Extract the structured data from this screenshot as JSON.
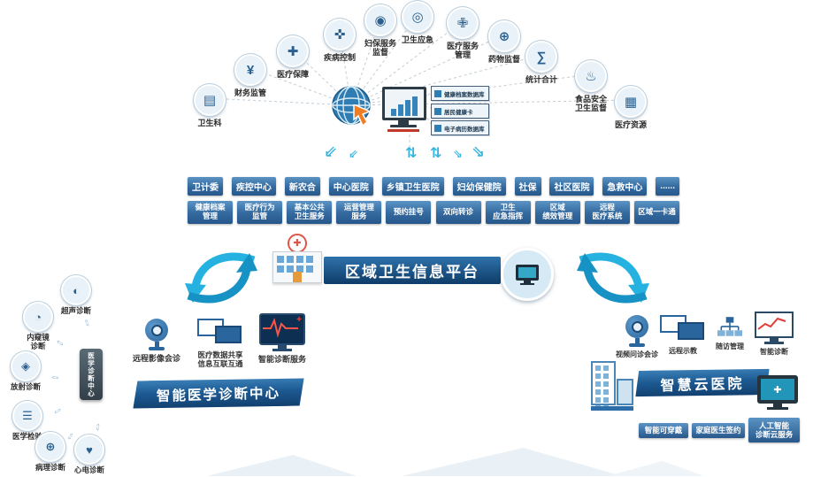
{
  "colors": {
    "primary_blue": "#2e6da4",
    "banner_dark": "#123f6e",
    "cyan_arrow": "#1fa9d9",
    "cursor_orange": "#f07d22",
    "accent_red": "#e53935"
  },
  "icons": {
    "plus": "✚",
    "dbl_arrow": "⇔",
    "arrow_down_left": "⇙",
    "arrow_down_right": "⇘",
    "arrow_up_down": "⇅"
  },
  "top_arc": {
    "satellites": [
      {
        "label": "卫生科",
        "glyph": "▤"
      },
      {
        "label": "财务监管",
        "glyph": "¥"
      },
      {
        "label": "医疗保障",
        "glyph": "✚"
      },
      {
        "label": "疾病控制",
        "glyph": "✜"
      },
      {
        "label": "妇保服务\n监督",
        "glyph": "◉"
      },
      {
        "label": "卫生应急",
        "glyph": "◎"
      },
      {
        "label": "医疗服务\n管理",
        "glyph": "✙"
      },
      {
        "label": "药物监督",
        "glyph": "⊕"
      },
      {
        "label": "统计合计",
        "glyph": "∑"
      },
      {
        "label": "食品安全\n卫生监督",
        "glyph": "♨"
      },
      {
        "label": "医疗资源",
        "glyph": "▦"
      }
    ],
    "databases": [
      "健康档案数据库",
      "居民健康卡",
      "电子病历数据库"
    ]
  },
  "org_row": [
    "卫计委",
    "疾控中心",
    "新农合",
    "中心医院",
    "乡镇卫生医院",
    "妇幼保健院",
    "社保",
    "社区医院",
    "急救中心",
    "......"
  ],
  "service_row": [
    "健康档案\n管理",
    "医疗行为\n监管",
    "基本公共\n卫生服务",
    "运营管理\n服务",
    "预约挂号",
    "双向转诊",
    "卫生\n应急指挥",
    "区域\n绩效管理",
    "远程\n医疗系统",
    "区域一卡通"
  ],
  "platform": {
    "title": "区域卫生信息平台"
  },
  "diagnosis_cluster": {
    "center_label": "医学诊断中心",
    "nodes": [
      {
        "label": "超声诊断",
        "glyph": "◐"
      },
      {
        "label": "内窥镜\n诊断",
        "glyph": "◔"
      },
      {
        "label": "放射诊断",
        "glyph": "◈"
      },
      {
        "label": "医学检验",
        "glyph": "☰"
      },
      {
        "label": "病理诊断",
        "glyph": "⊕"
      },
      {
        "label": "心电诊断",
        "glyph": "♥"
      }
    ]
  },
  "diagnosis_center": {
    "banner": "智能医学诊断中心",
    "services": [
      "远程影像会诊",
      "医疗数据共享\n信息互联互通",
      "智能诊断服务"
    ]
  },
  "cloud_hospital": {
    "banner": "智慧云医院",
    "services": [
      "视频问诊会诊",
      "远程示教",
      "随访管理",
      "智能诊断"
    ],
    "buttons": [
      "智能可穿戴",
      "家庭医生签约",
      "人工智能\n诊断云服务"
    ]
  }
}
